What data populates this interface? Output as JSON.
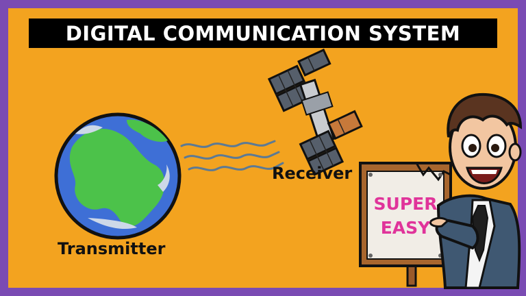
{
  "title": "DIGITAL COMMUNICATION SYSTEM",
  "transmitter_label": "Transmitter",
  "receiver_label": "Receiver",
  "sign": {
    "line1": "SUPER",
    "line2": "EASY"
  },
  "colors": {
    "background": "#f3a31f",
    "border": "#7a4bb3",
    "title_bar": "#000000",
    "sign_text": "#e0349a"
  },
  "icons": [
    "earth-icon",
    "satellite-icon",
    "signal-waves-icon",
    "cartoon-presenter",
    "sign-board"
  ]
}
